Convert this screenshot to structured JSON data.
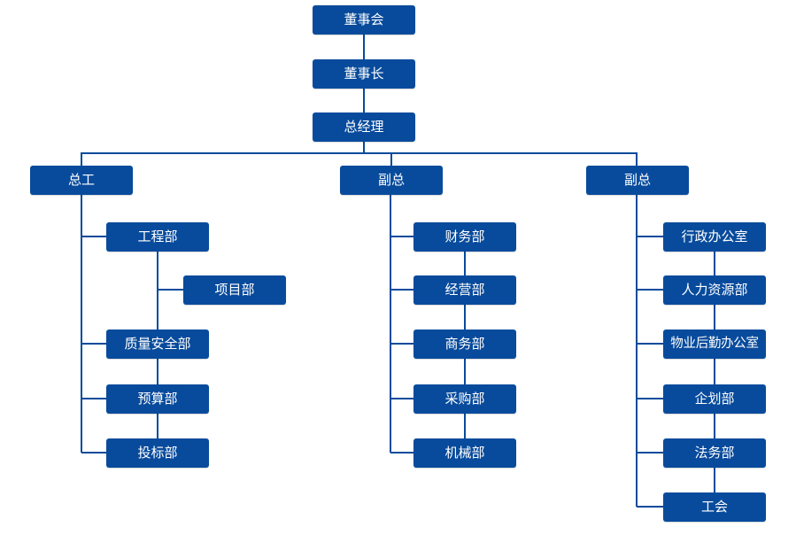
{
  "org_chart": {
    "board": "董事会",
    "chairman": "董事长",
    "general_manager": "总经理",
    "branches": [
      {
        "head": "总工",
        "departments": [
          "工程部",
          "项目部",
          "质量安全部",
          "预算部",
          "投标部"
        ]
      },
      {
        "head": "副总",
        "departments": [
          "财务部",
          "经营部",
          "商务部",
          "采购部",
          "机械部"
        ]
      },
      {
        "head": "副总",
        "departments": [
          "行政办公室",
          "人力资源部",
          "物业后勤办公室",
          "企划部",
          "法务部",
          "工会"
        ]
      }
    ]
  }
}
